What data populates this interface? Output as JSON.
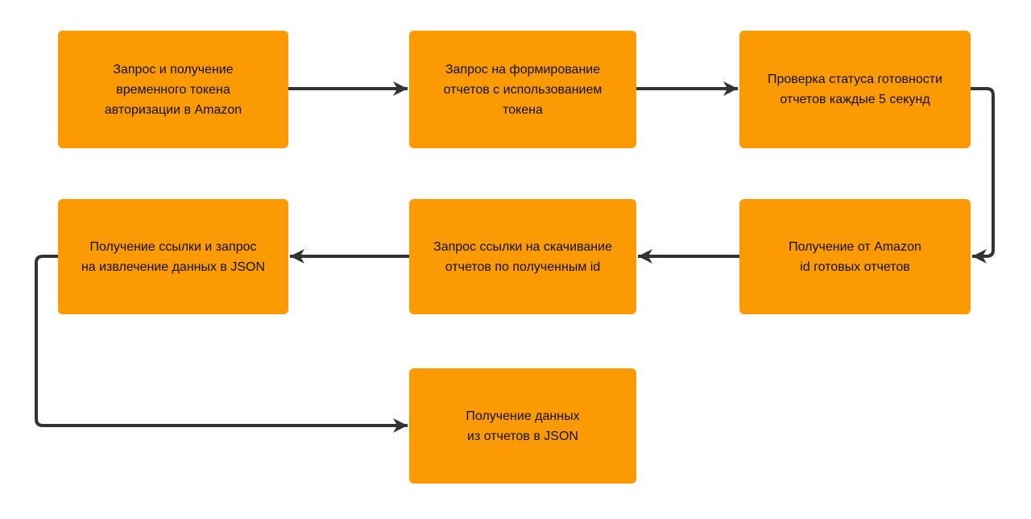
{
  "diagram": {
    "type": "flowchart",
    "background_color": "#ffffff",
    "node_fill_color": "#FB9A03",
    "edge_color": "#333333",
    "text_color": "#111111",
    "nodes": [
      {
        "id": "get-token",
        "label": "Запрос и получение\nвременного токена\nавторизации в Amazon"
      },
      {
        "id": "request-reports",
        "label": "Запрос на формирование\nотчетов с использованием\nтокена"
      },
      {
        "id": "check-status",
        "label": "Проверка статуса готовности\nотчетов каждые 5 секунд"
      },
      {
        "id": "get-report-ids",
        "label": "Получение от Amazon\nid готовых отчетов"
      },
      {
        "id": "request-links",
        "label": "Запрос ссылки на скачивание\nотчетов по полученным id"
      },
      {
        "id": "get-link-extract",
        "label": "Получение ссылки и запрос\nна извлечение данных в JSON"
      },
      {
        "id": "get-json-data",
        "label": "Получение данных\nиз отчетов в JSON"
      }
    ],
    "edges": [
      {
        "from": "get-token",
        "to": "request-reports"
      },
      {
        "from": "request-reports",
        "to": "check-status"
      },
      {
        "from": "check-status",
        "to": "get-report-ids"
      },
      {
        "from": "get-report-ids",
        "to": "request-links"
      },
      {
        "from": "request-links",
        "to": "get-link-extract"
      },
      {
        "from": "get-link-extract",
        "to": "get-json-data"
      }
    ]
  }
}
